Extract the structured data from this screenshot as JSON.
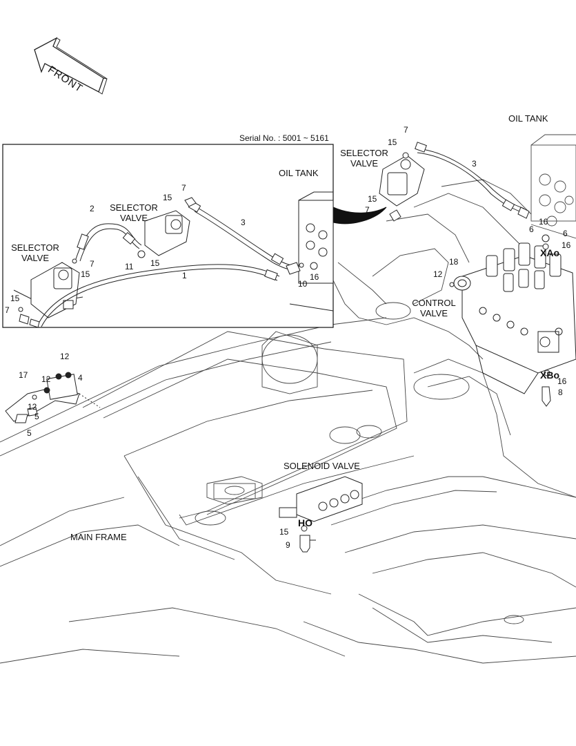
{
  "front_label": "FRONT",
  "serial": "Serial No. : 5001 ~ 5161",
  "labels": {
    "oil_tank_right": "OIL TANK",
    "oil_tank_inset": "OIL TANK",
    "selector_valve_right_1": "SELECTOR",
    "selector_valve_right_2": "VALVE",
    "selector_valve_inset_mid_1": "SELECTOR",
    "selector_valve_inset_mid_2": "VALVE",
    "selector_valve_inset_left_1": "SELECTOR",
    "selector_valve_inset_left_2": "VALVE",
    "control_valve_1": "CONTROL",
    "control_valve_2": "VALVE",
    "solenoid_valve": "SOLENOID VALVE",
    "main_frame": "MAIN FRAME",
    "port_xao": "XAo",
    "port_xbo": "XBo",
    "port_ho": "HO"
  },
  "part_numbers": {
    "p7_top": "7",
    "p15_top": "15",
    "p3_top": "3",
    "p15_sel": "15",
    "p7_sel": "7",
    "p6_a": "6",
    "p16_a": "16",
    "p6_b": "6",
    "p16_b": "16",
    "p18": "18",
    "p12_cv": "12",
    "p16_xbo": "16",
    "p8": "8",
    "p15_ho": "15",
    "p9": "9",
    "p12_a": "12",
    "p12_b": "12",
    "p12_c": "12",
    "p4": "4",
    "p17": "17",
    "p5_a": "5",
    "p5_b": "5",
    "i7_a": "7",
    "i15_a": "15",
    "i2": "2",
    "i3": "3",
    "i7_b": "7",
    "i15_b": "15",
    "i11": "11",
    "i15_c": "15",
    "i1": "1",
    "i10": "10",
    "i16": "16",
    "i15_d": "15",
    "i7_c": "7"
  }
}
